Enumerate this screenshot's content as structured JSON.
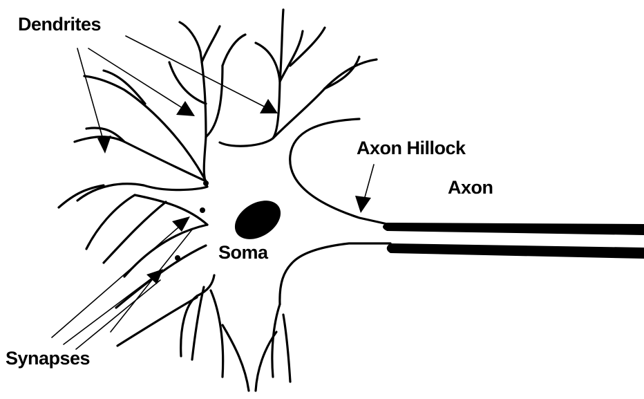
{
  "labels": {
    "dendrites": "Dendrites",
    "axon_hillock": "Axon Hillock",
    "axon": "Axon",
    "soma": "Soma",
    "synapses": "Synapses"
  },
  "colors": {
    "ink": "#000000",
    "background": "#ffffff"
  }
}
